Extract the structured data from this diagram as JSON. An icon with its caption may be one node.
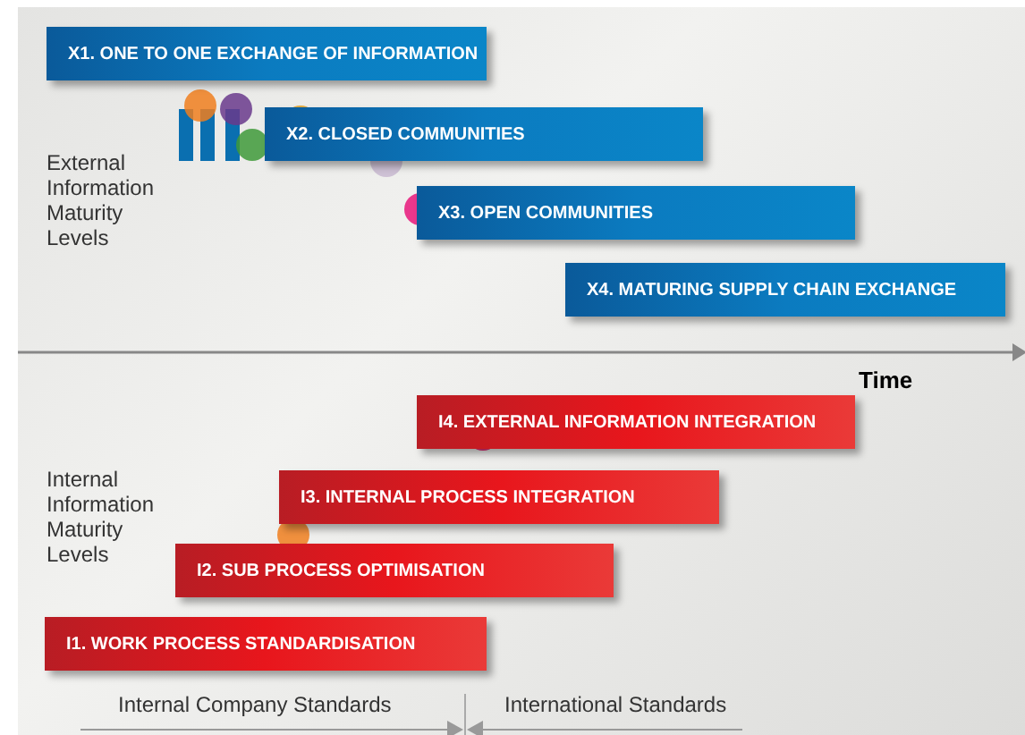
{
  "diagram": {
    "nodes": [
      {
        "text": [
          "X1. ONE TO ONE EXCHANGE OF INFORMATION"
        ]
      },
      {
        "text": [
          "X2. CLOSED COMMUNITIES"
        ]
      },
      {
        "text": [
          "X3. OPEN COMMUNITIES"
        ]
      },
      {
        "text": [
          "X4. MATURING SUPPLY CHAIN EXCHANGE"
        ]
      },
      {
        "text": [
          "I4. EXTERNAL INFORMATION INTEGRATION"
        ]
      },
      {
        "text": [
          "I3. INTERNAL PROCESS INTEGRATION"
        ]
      },
      {
        "text": [
          "I2. SUB PROCESS OPTIMISATION"
        ]
      },
      {
        "text": [
          "I1. WORK PROCESS STANDARDISATION"
        ]
      }
    ],
    "edges": [],
    "labels": [
      "External Information Maturity Levels",
      "Time",
      "Internal Information Maturity Levels",
      "Internal Company Standards",
      "International Standards"
    ]
  }
}
